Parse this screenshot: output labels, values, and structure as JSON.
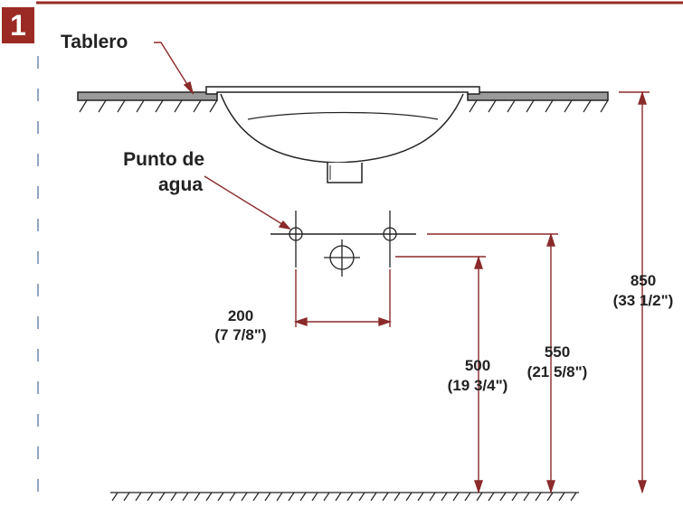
{
  "step_badge": "1",
  "labels": {
    "countertop": "Tablero",
    "water_point_line1": "Punto de",
    "water_point_line2": "agua"
  },
  "dimensions": {
    "spacing": {
      "mm": "200",
      "inch": "(7 7/8\")"
    },
    "drain_height": {
      "mm": "500",
      "inch": "(19 3/4\")"
    },
    "supply_height": {
      "mm": "550",
      "inch": "(21 5/8\")"
    },
    "counter_height": {
      "mm": "850",
      "inch": "(33 1/2\")"
    }
  },
  "colors": {
    "accent": "#9b2a24",
    "leader": "#8b2a2a",
    "line": "#222222",
    "countertop_fill": "#9a9a9a",
    "dash": "#4a6a9a"
  }
}
